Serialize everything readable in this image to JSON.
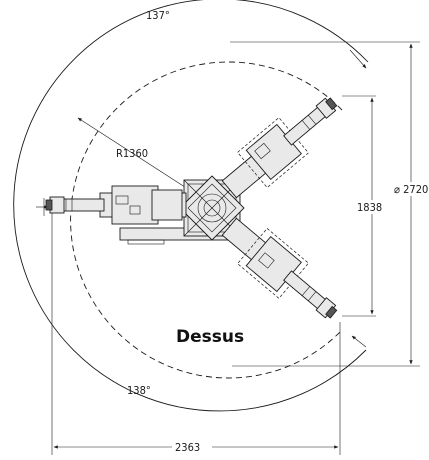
{
  "labels": {
    "angle_top": "137°",
    "angle_bottom": "138°",
    "radius": "R1360",
    "diameter": "⌀ 2720",
    "height_span": "1838",
    "width_span": "2363",
    "view_title": "Dessus"
  }
}
